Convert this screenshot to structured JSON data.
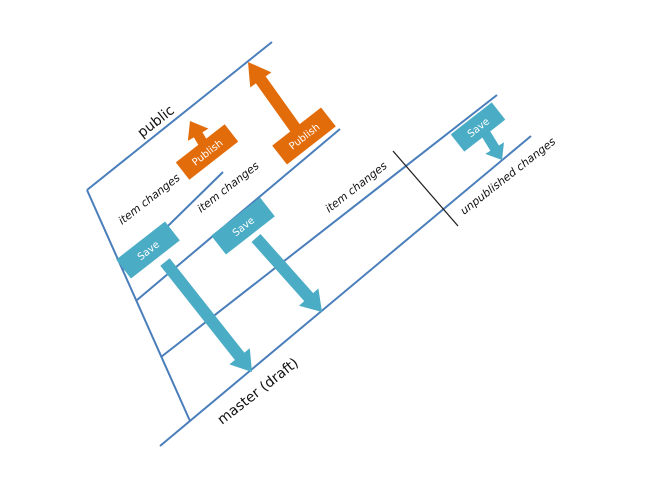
{
  "colors": {
    "line": "#4a7ebb",
    "save": "#4bacc6",
    "publish": "#e36c0a",
    "divider": "#222222"
  },
  "labels": {
    "public": "public",
    "master": "master (draft)",
    "item_changes_1": "item changes",
    "item_changes_2": "item changes",
    "item_changes_3": "item changes",
    "unpublished": "unpublished changes"
  },
  "buttons": {
    "save_1": "Save",
    "save_2": "Save",
    "save_3": "Save",
    "publish_1": "Publish",
    "publish_2": "Publish"
  }
}
